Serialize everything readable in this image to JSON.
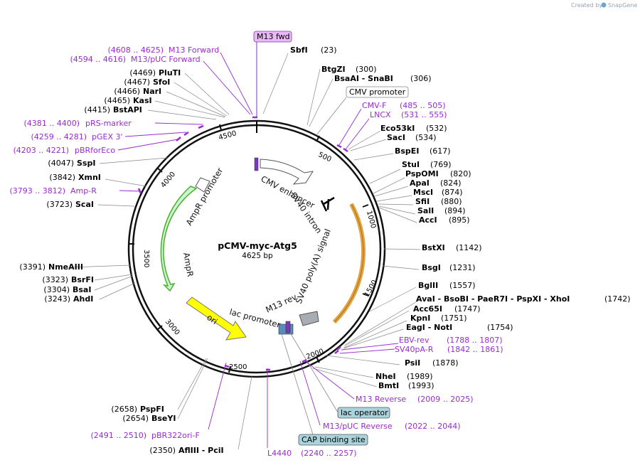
{
  "credit": {
    "label": "Created by",
    "brand": "SnapGene"
  },
  "map": {
    "name": "pCMV-myc-Atg5",
    "size": "4625 bp"
  },
  "ticks": [
    "500",
    "1000",
    "1500",
    "2000",
    "2500",
    "3000",
    "3500",
    "4000",
    "4500"
  ],
  "boxes": {
    "m13fwd": "M13 fwd",
    "cmvpromoter": "CMV promoter",
    "lacop": "lac operator",
    "cap": "CAP binding site"
  },
  "features": {
    "cmv_enhancer": "CMV enhancer",
    "sv40_intron": "SV40 intron",
    "sv40_polya": "SV40 poly(A) signal",
    "m13_rev": "M13 rev",
    "lac_promoter": "lac promoter",
    "ori": "ori",
    "ampr": "AmpR",
    "ampr_promoter": "AmpR promoter"
  },
  "right": [
    {
      "pre": "",
      "name": "SbfI",
      "pos": "(23)"
    },
    {
      "pre": "",
      "name": "BtgZI",
      "pos": "(300)"
    },
    {
      "pre": "",
      "name": "BsaAI  -  SnaBI",
      "pos": "(306)"
    },
    {
      "pre": "",
      "name": "Eco53kI",
      "pos": "(532)"
    },
    {
      "pre": "",
      "name": "SacI",
      "pos": "(534)"
    },
    {
      "pre": "",
      "name": "BspEI",
      "pos": "(617)"
    },
    {
      "pre": "",
      "name": "StuI",
      "pos": "(769)"
    },
    {
      "pre": "",
      "name": "PspOMI",
      "pos": "(820)"
    },
    {
      "pre": "",
      "name": "ApaI",
      "pos": "(824)"
    },
    {
      "pre": "",
      "name": "MscI",
      "pos": "(874)"
    },
    {
      "pre": "",
      "name": "SfiI",
      "pos": "(880)"
    },
    {
      "pre": "",
      "name": "SalI",
      "pos": "(894)"
    },
    {
      "pre": "",
      "name": "AccI",
      "pos": "(895)"
    },
    {
      "pre": "",
      "name": "BstXI",
      "pos": "(1142)"
    },
    {
      "pre": "",
      "name": "BsgI",
      "pos": "(1231)"
    },
    {
      "pre": "",
      "name": "BglII",
      "pos": "(1557)"
    },
    {
      "pre": "",
      "name": "AvaI  -  BsoBI  -  PaeR7I  -  PspXI  -  XhoI",
      "pos": "(1742)"
    },
    {
      "pre": "",
      "name": "Acc65I",
      "pos": "(1747)"
    },
    {
      "pre": "",
      "name": "KpnI",
      "pos": "(1751)"
    },
    {
      "pre": "",
      "name": "EagI  -  NotI",
      "pos": "(1754)"
    },
    {
      "pre": "",
      "name": "PsiI",
      "pos": "(1878)"
    },
    {
      "pre": "",
      "name": "NheI",
      "pos": "(1989)"
    },
    {
      "pre": "",
      "name": "BmtI",
      "pos": "(1993)"
    }
  ],
  "left": [
    {
      "pos": "(4469)",
      "name": "PluTI"
    },
    {
      "pos": "(4467)",
      "name": "SfoI"
    },
    {
      "pos": "(4466)",
      "name": "NarI"
    },
    {
      "pos": "(4465)",
      "name": "KasI"
    },
    {
      "pos": "(4415)",
      "name": "BstAPI"
    },
    {
      "pos": "(4047)",
      "name": "SspI"
    },
    {
      "pos": "(3842)",
      "name": "XmnI"
    },
    {
      "pos": "(3723)",
      "name": "ScaI"
    },
    {
      "pos": "(3391)",
      "name": "NmeAIII"
    },
    {
      "pos": "(3323)",
      "name": "BsrFI"
    },
    {
      "pos": "(3304)",
      "name": "BsaI"
    },
    {
      "pos": "(3243)",
      "name": "AhdI"
    },
    {
      "pos": "(2658)",
      "name": "PspFI"
    },
    {
      "pos": "(2654)",
      "name": "BseYI"
    },
    {
      "pos": "(2350)",
      "name": "AflIII   -  PciI"
    }
  ],
  "primers": [
    {
      "range": "(4608 .. 4625)",
      "name": "M13 Forward"
    },
    {
      "range": "(4594 .. 4616)",
      "name": "M13/pUC Forward"
    },
    {
      "range": "(4381 .. 4400)",
      "name": "pRS-marker"
    },
    {
      "range": "(4259 .. 4281)",
      "name": "pGEX 3'"
    },
    {
      "range": "(4203 .. 4221)",
      "name": "pBRforEco"
    },
    {
      "range": "(3793 .. 3812)",
      "name": "Amp-R"
    },
    {
      "range": "(2491 .. 2510)",
      "name": "pBR322ori-F"
    },
    {
      "range": "(485 .. 505)",
      "name": "CMV-F"
    },
    {
      "range": "(531 .. 555)",
      "name": "LNCX"
    },
    {
      "range": "(1788 .. 1807)",
      "name": "EBV-rev"
    },
    {
      "range": "(1842 .. 1861)",
      "name": "SV40pA-R"
    },
    {
      "range": "(2009 .. 2025)",
      "name": "M13 Reverse"
    },
    {
      "range": "(2022 .. 2044)",
      "name": "M13/pUC Reverse"
    },
    {
      "range": "(2240 .. 2257)",
      "name": "L4440"
    }
  ],
  "colors": {
    "backbone": "#111111",
    "primer": "#9a2bd1",
    "ampr": "#c9f5cf",
    "ampr_border": "#4caf2f",
    "ori": "#ffff00",
    "intron": "#e6a23c",
    "polya": "#a8acb3",
    "m13box": "#e8b9f5",
    "bluebox": "#a9d3dd"
  }
}
